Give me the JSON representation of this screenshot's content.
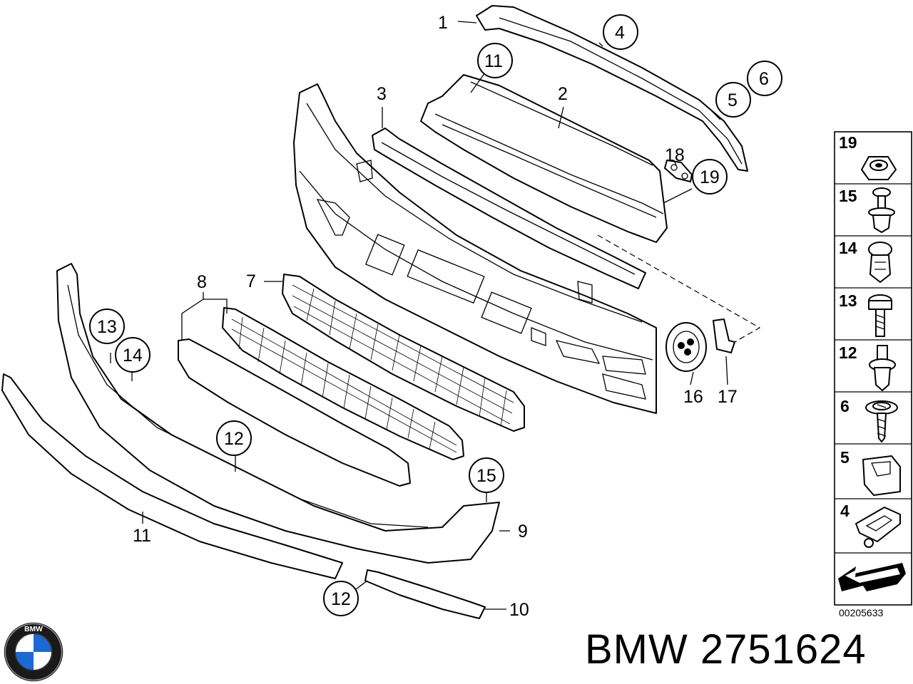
{
  "diagram": {
    "callouts": [
      {
        "id": "c1",
        "label": "1"
      },
      {
        "id": "c2",
        "label": "2"
      },
      {
        "id": "c3",
        "label": "3"
      },
      {
        "id": "c4",
        "label": "4"
      },
      {
        "id": "c5",
        "label": "5"
      },
      {
        "id": "c6",
        "label": "6"
      },
      {
        "id": "c7",
        "label": "7"
      },
      {
        "id": "c8",
        "label": "8"
      },
      {
        "id": "c9",
        "label": "9"
      },
      {
        "id": "c10",
        "label": "10"
      },
      {
        "id": "c11a",
        "label": "11"
      },
      {
        "id": "c11b",
        "label": "11"
      },
      {
        "id": "c12a",
        "label": "12"
      },
      {
        "id": "c12b",
        "label": "12"
      },
      {
        "id": "c13",
        "label": "13"
      },
      {
        "id": "c14",
        "label": "14"
      },
      {
        "id": "c15",
        "label": "15"
      },
      {
        "id": "c16",
        "label": "16"
      },
      {
        "id": "c17",
        "label": "17"
      },
      {
        "id": "c18",
        "label": "18"
      },
      {
        "id": "c19",
        "label": "19"
      }
    ],
    "legend": [
      {
        "label": "19",
        "icon": "nut-icon"
      },
      {
        "label": "15",
        "icon": "expanding-rivet-icon"
      },
      {
        "label": "14",
        "icon": "push-clip-icon"
      },
      {
        "label": "13",
        "icon": "bolt-icon"
      },
      {
        "label": "12",
        "icon": "plug-rivet-icon"
      },
      {
        "label": "6",
        "icon": "washer-screw-icon"
      },
      {
        "label": "5",
        "icon": "clip-nut-icon"
      },
      {
        "label": "4",
        "icon": "spring-clip-icon"
      }
    ],
    "diagram_code": "00205633"
  },
  "branding": {
    "logo_text": "BMW",
    "part_number": "BMW 2751624"
  }
}
